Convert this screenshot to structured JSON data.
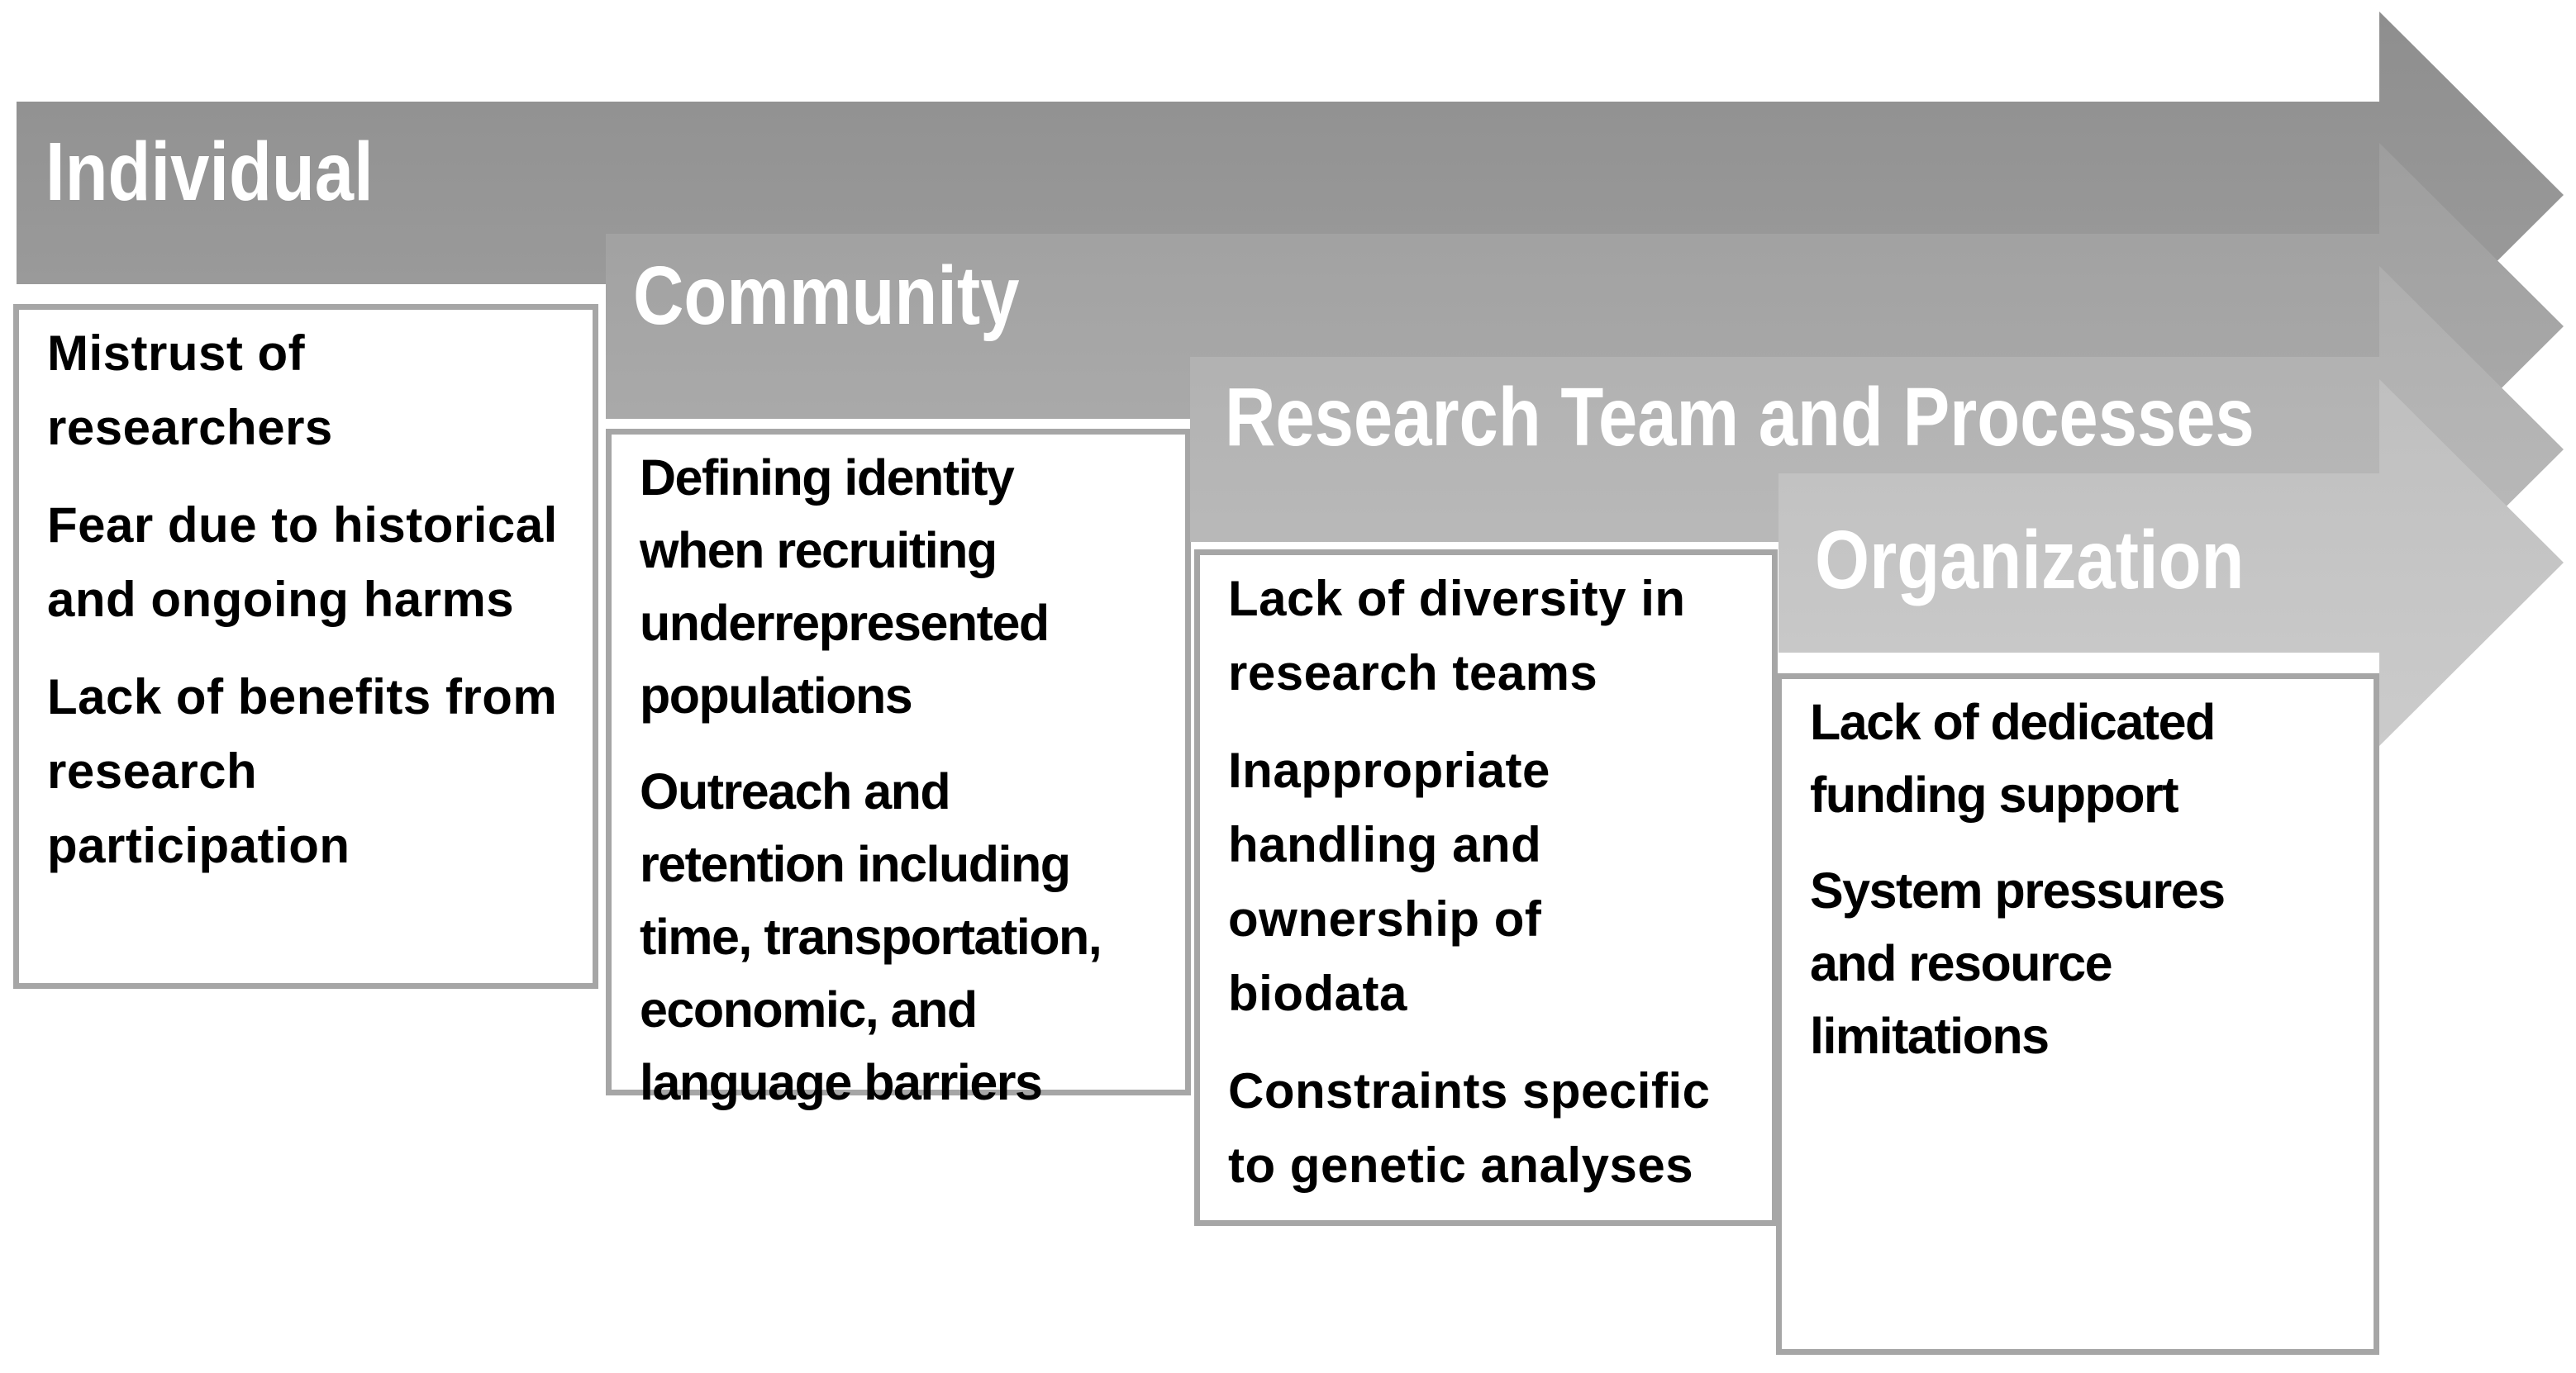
{
  "figure": {
    "type": "layered-arrow-process-diagram",
    "title_color": "#ffffff",
    "text_color": "#000000",
    "box_border_color": "#a6a6a6",
    "background_color": "#ffffff",
    "levels": [
      {
        "title": "Individual",
        "color_top": "#8e8e8e",
        "color_bottom": "#9e9e9e",
        "items": [
          "Mistrust of\nresearchers",
          "Fear due to historical\nand ongoing harms",
          "Lack of benefits from\nresearch\nparticipation"
        ]
      },
      {
        "title": "Community",
        "color_top": "#9e9e9e",
        "color_bottom": "#adadad",
        "items": [
          "Defining identity\nwhen recruiting\nunderrepresented\npopulations",
          "Outreach and\nretention including\ntime, transportation,\neconomic, and\nlanguage barriers"
        ]
      },
      {
        "title": "Research Team and Processes",
        "color_top": "#aeaeae",
        "color_bottom": "#bcbcbc",
        "items": [
          "Lack of diversity in\nresearch teams",
          "Inappropriate\nhandling and\nownership of\nbiodata",
          "Constraints specific\nto genetic analyses"
        ]
      },
      {
        "title": "Organization",
        "color_top": "#bfbfbf",
        "color_bottom": "#cbcbcb",
        "items": [
          "Lack of dedicated\nfunding support",
          "System pressures\nand resource\nlimitations"
        ]
      }
    ]
  }
}
